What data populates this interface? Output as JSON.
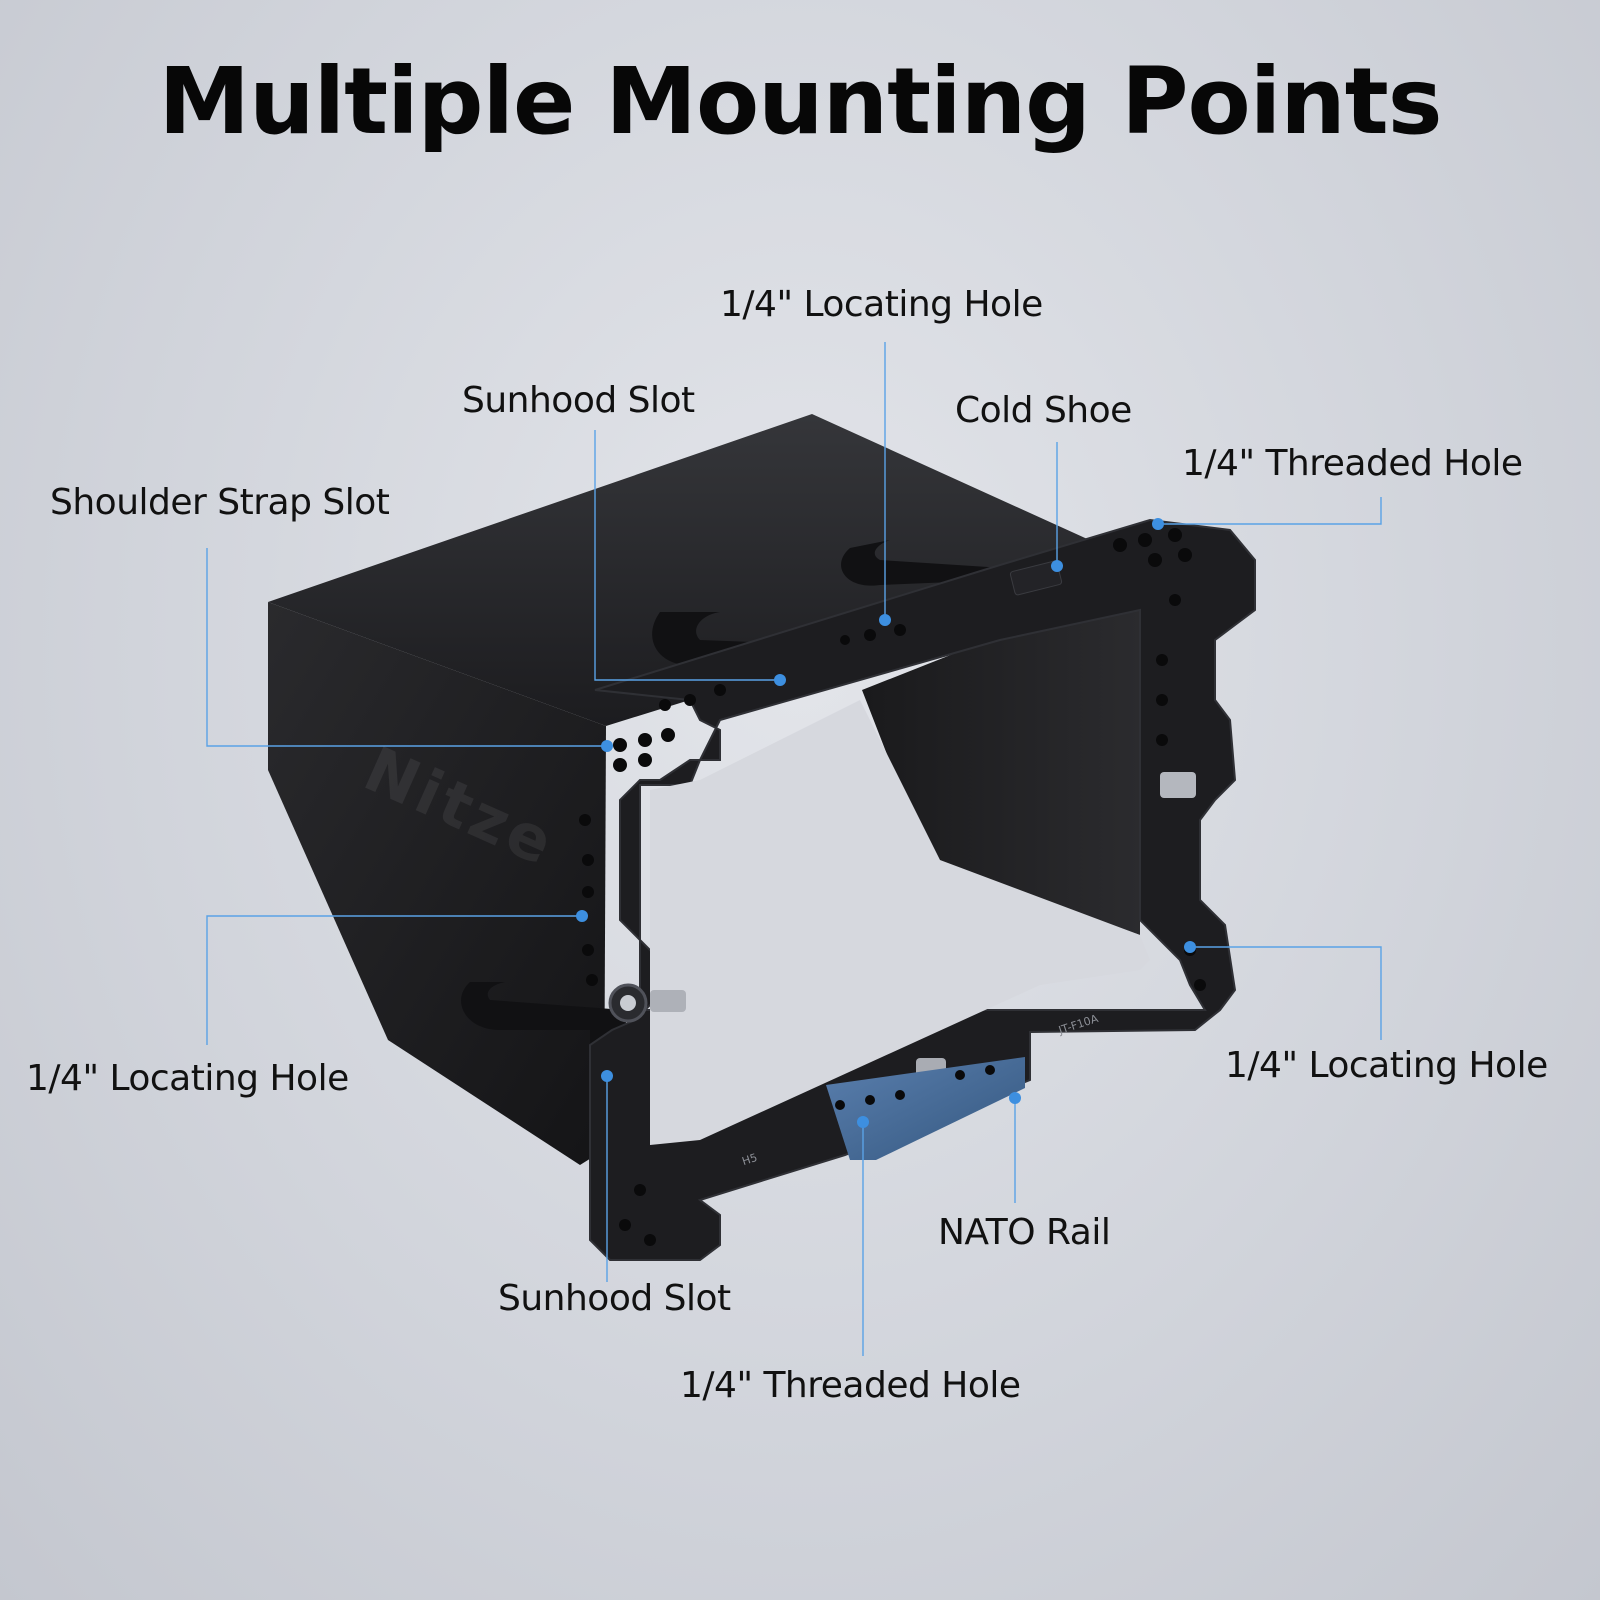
{
  "title": "Multiple Mounting Points",
  "brand_watermark": "Nitze",
  "engravings": {
    "model": "JT-F10A",
    "side": "H5"
  },
  "accent_color": "#3d8fe0",
  "callouts": [
    {
      "id": "top-locating-hole",
      "text": "1/4\" Locating Hole"
    },
    {
      "id": "top-sunhood-slot",
      "text": "Sunhood Slot"
    },
    {
      "id": "cold-shoe",
      "text": "Cold Shoe"
    },
    {
      "id": "top-right-threaded-hole",
      "text": "1/4\" Threaded Hole"
    },
    {
      "id": "shoulder-strap-slot",
      "text": "Shoulder Strap Slot"
    },
    {
      "id": "left-locating-hole",
      "text": "1/4\" Locating Hole"
    },
    {
      "id": "right-locating-hole",
      "text": "1/4\" Locating Hole"
    },
    {
      "id": "nato-rail",
      "text": "NATO Rail"
    },
    {
      "id": "bottom-sunhood-slot",
      "text": "Sunhood Slot"
    },
    {
      "id": "bottom-threaded-hole",
      "text": "1/4\" Threaded Hole"
    }
  ]
}
